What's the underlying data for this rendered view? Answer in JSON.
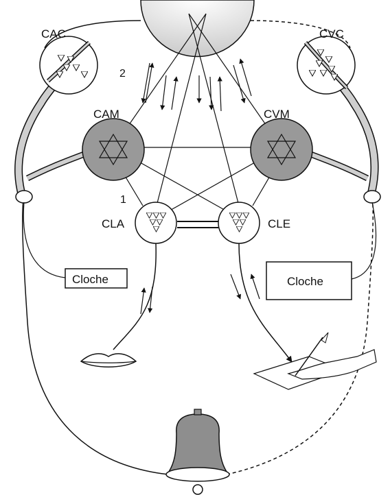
{
  "labels": {
    "cac": "CAC",
    "cvc": "CVC",
    "cam": "CAM",
    "cvm": "CVM",
    "cla": "CLA",
    "cle": "CLE",
    "num_1": "1",
    "num_2": "2"
  },
  "boxes": {
    "left": "Cloche",
    "right": "Cloche"
  },
  "colors": {
    "ink": "#111111",
    "center_fill": "#9a9a9a",
    "bell_fill": "#8e8e8e",
    "brain_fill": "#e8e8e8"
  },
  "icons": [
    "lips-icon",
    "writing-hand-icon",
    "bell-icon"
  ]
}
